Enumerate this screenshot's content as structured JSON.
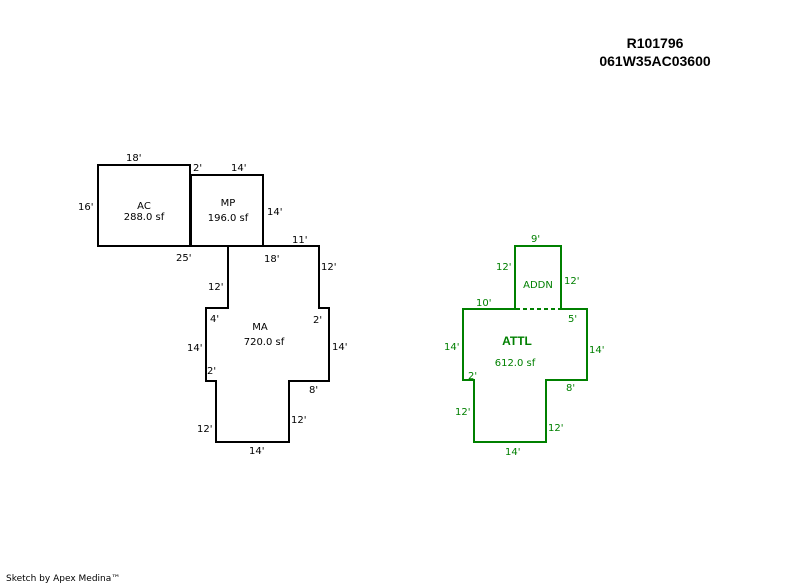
{
  "header": {
    "record_id": "R101796",
    "map_number": "061W35AC03600"
  },
  "footer": {
    "credit": "Sketch by Apex Medina™"
  },
  "colors": {
    "black_outline": "#000000",
    "green_outline": "#008000"
  },
  "sketch_left": {
    "ac": {
      "code": "AC",
      "area": "288.0 sf"
    },
    "mp": {
      "code": "MP",
      "area": "196.0 sf"
    },
    "ma": {
      "code": "MA",
      "area": "720.0 sf"
    },
    "dims": {
      "ac_top": "18'",
      "ac_left": "16'",
      "ac_bottom": "25'",
      "gap_top": "2'",
      "mp_top": "14'",
      "mp_right": "14'",
      "mp_bottom": "18'",
      "ma_top_right": "11'",
      "ma_right_upper": "12'",
      "ma_left_upper": "12'",
      "ma_left_notch": "4'",
      "ma_right_notch": "2'",
      "ma_left_mid": "14'",
      "ma_right_mid": "14'",
      "ma_left_notch2": "2'",
      "ma_right_notch2": "8'",
      "ma_left_lower": "12'",
      "ma_right_lower": "12'",
      "ma_bottom": "14'"
    }
  },
  "sketch_right": {
    "addn": {
      "code": "ADDN"
    },
    "attl": {
      "code": "ATTL",
      "area": "612.0 sf"
    },
    "dims": {
      "addn_top": "9'",
      "addn_left": "12'",
      "addn_right": "12'",
      "attl_top_left": "10'",
      "attl_top_right": "5'",
      "attl_left_mid": "14'",
      "attl_right_mid": "14'",
      "attl_left_notch": "2'",
      "attl_right_notch": "8'",
      "attl_left_lower": "12'",
      "attl_right_lower": "12'",
      "attl_bottom": "14'"
    }
  }
}
